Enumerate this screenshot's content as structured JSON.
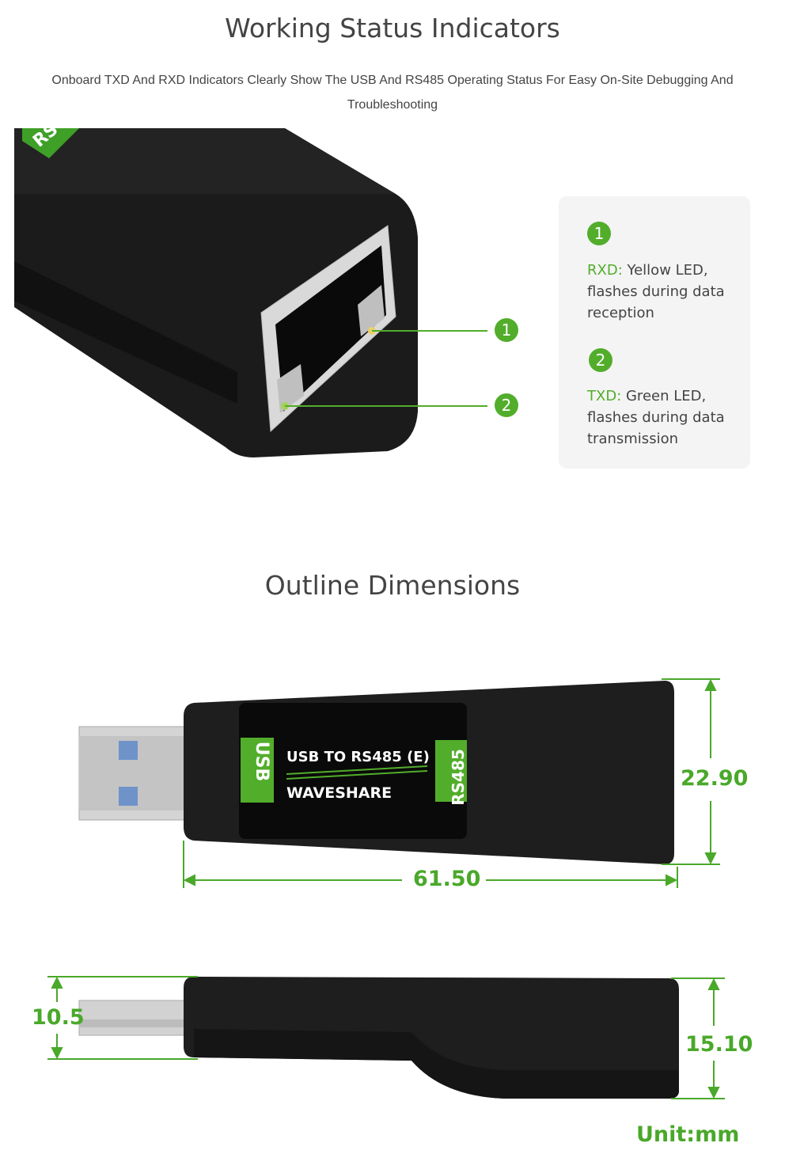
{
  "section1": {
    "title": "Working Status Indicators",
    "subtitle": "Onboard TXD And RXD Indicators Clearly Show The USB And RS485 Operating Status For Easy On-Site Debugging And Troubleshooting",
    "callouts": [
      {
        "number": "1",
        "key": "RXD",
        "sep": ":",
        "text": "  Yellow LED, flashes during data reception"
      },
      {
        "number": "2",
        "key": "TXD",
        "sep": ":",
        "text": "  Green LED, flashes during data transmission"
      }
    ],
    "device_label_partial": "RS"
  },
  "section2": {
    "title": "Outline Dimensions",
    "label_usb": "USB",
    "label_product": "USB TO RS485 (E)",
    "label_brand": "WAVESHARE",
    "label_rs485": "RS485",
    "dim_height_top": "22.90",
    "dim_length": "61.50",
    "dim_plug_height": "10.5",
    "dim_body_height": "15.10",
    "unit": "Unit:mm"
  },
  "colors": {
    "accent": "#52ad2b",
    "dimension": "#4aa82a",
    "device": "#1a1a1a",
    "panel": "#f4f4f4"
  }
}
